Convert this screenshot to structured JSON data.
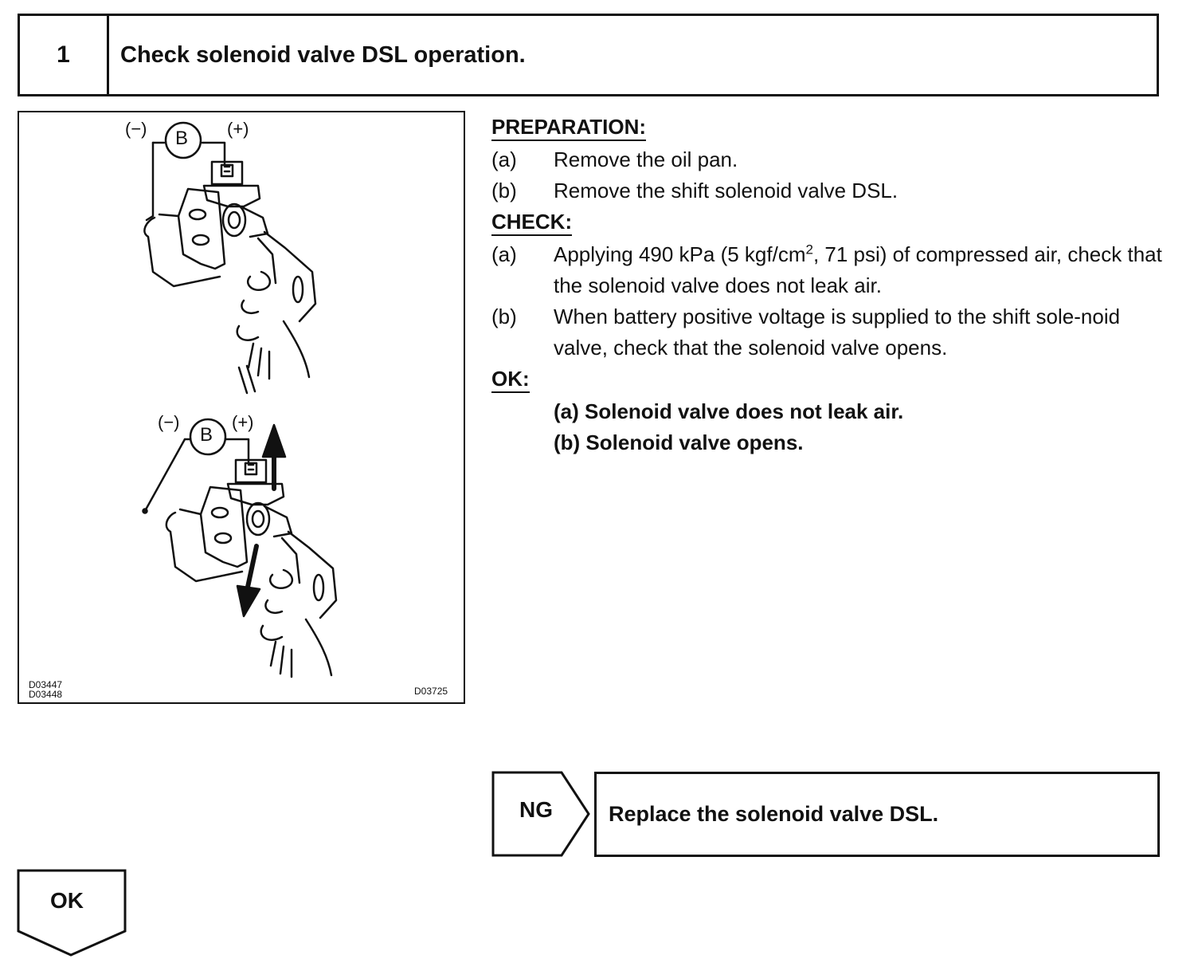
{
  "header": {
    "step_number": "1",
    "title": "Check solenoid valve DSL operation."
  },
  "figure": {
    "top_diagram": {
      "minus": "(−)",
      "meter": "B",
      "plus": "(+)"
    },
    "bottom_diagram": {
      "minus": "(−)",
      "meter": "B",
      "plus": "(+)"
    },
    "ids": [
      "D03447",
      "D03448",
      "D03725"
    ]
  },
  "preparation": {
    "heading": "PREPARATION:",
    "items": [
      {
        "label": "(a)",
        "text": "Remove the oil pan."
      },
      {
        "label": "(b)",
        "text": "Remove the shift solenoid valve DSL."
      }
    ]
  },
  "check": {
    "heading": "CHECK:",
    "item_a": {
      "label": "(a)",
      "text_before_sup": "Applying 490 kPa (5 kgf/cm",
      "sup": "2",
      "text_after_sup": ", 71 psi) of compressed air, check that the solenoid valve does not leak air."
    },
    "item_b": {
      "label": "(b)",
      "text": "When battery positive voltage is supplied to the shift sole-noid valve, check that the solenoid valve opens."
    }
  },
  "ok_criteria": {
    "heading": "OK:",
    "lines": [
      "(a) Solenoid valve does not leak air.",
      "(b) Solenoid valve opens."
    ]
  },
  "ng_branch": {
    "label": "NG",
    "action": "Replace the solenoid valve DSL."
  },
  "ok_branch": {
    "label": "OK"
  }
}
